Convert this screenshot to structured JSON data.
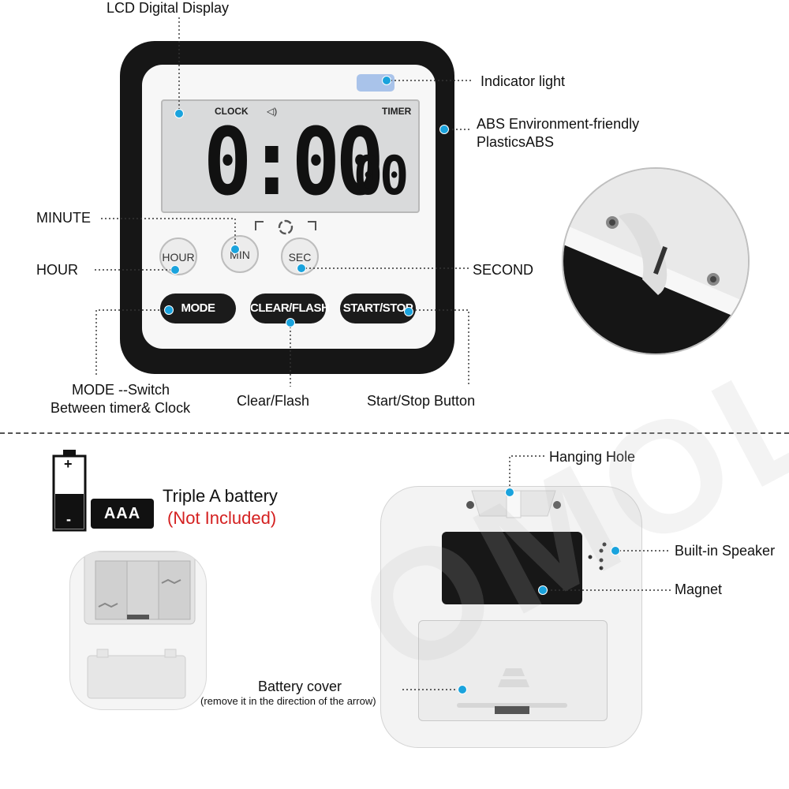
{
  "front": {
    "lcd": {
      "clock": "CLOCK",
      "timer": "TIMER",
      "main_digits": "0:00",
      "sub_digits": "00",
      "speaker_glyph": "◁)"
    },
    "buttons": {
      "hour": "HOUR",
      "min": "MIN",
      "sec": "SEC",
      "mode": "MODE",
      "clear": "CLEAR/FLASH",
      "start": "START/STOP"
    }
  },
  "labels": {
    "lcd_display": "LCD Digital Display",
    "indicator": "Indicator light",
    "abs_line1": "ABS Environment-friendly",
    "abs_line2": "PlasticsABS",
    "minute": "MINUTE",
    "hour": "HOUR",
    "second": "SECOND",
    "mode_line1": "MODE --Switch",
    "mode_line2": "Between timer& Clock",
    "clear_flash": "Clear/Flash",
    "start_stop": "Start/Stop Button",
    "hanging_hole": "Hanging Hole",
    "speaker": "Built-in Speaker",
    "magnet": "Magnet",
    "battery_cover": "Battery cover",
    "battery_cover_note": "(remove it in the direction of the arrow)"
  },
  "battery": {
    "plus": "+",
    "minus": "-",
    "badge": "AAA",
    "title": "Triple A battery",
    "note": "(Not Included)",
    "note_color": "#d42020"
  },
  "watermark": "OMOL",
  "colors": {
    "accent_dot": "#1aa3dd",
    "body": "#161616",
    "indicator": "#a9c3ea"
  },
  "icons": [
    "speaker-icon",
    "cycle-arrows-icon",
    "battery-icon"
  ]
}
